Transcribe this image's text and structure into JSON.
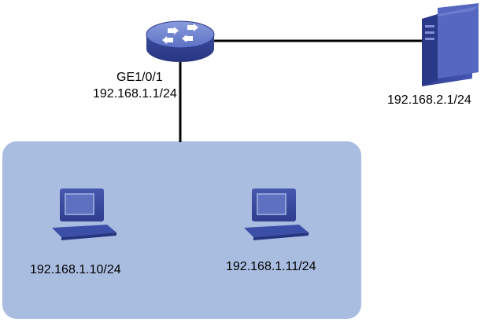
{
  "router": {
    "port_label": "GE1/0/1",
    "port_ip": "192.168.1.1/24"
  },
  "server": {
    "ip": "192.168.2.1/24"
  },
  "lan": {
    "hosts": [
      {
        "ip": "192.168.1.10/24"
      },
      {
        "ip": "192.168.1.11/24"
      }
    ]
  },
  "colors": {
    "lan_fill": "#a9bde0",
    "device_blue": "#3b4fa8",
    "link": "#000000"
  }
}
